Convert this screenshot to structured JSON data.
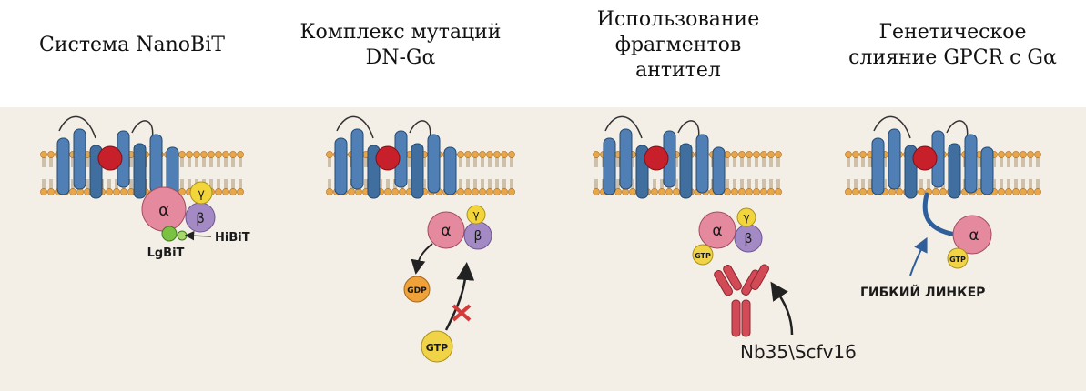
{
  "panels": [
    {
      "title_line1": "Система NanoBiT",
      "title_line2": "",
      "title_line3": ""
    },
    {
      "title_line1": "Комплекс мутаций",
      "title_line2": "DN-Gα",
      "title_line3": ""
    },
    {
      "title_line1": "Использование",
      "title_line2": "фрагментов",
      "title_line3": "антител"
    },
    {
      "title_line1": "Генетическое",
      "title_line2": "слияние GPCR с Gα",
      "title_line3": ""
    }
  ],
  "labels": {
    "alpha": "α",
    "beta": "β",
    "gamma": "γ",
    "lgbit": "LgBiT",
    "hibit": "HiBiT",
    "gdp": "GDP",
    "gtp": "GTP",
    "nb35": "Nb35\\Scfv16",
    "linker": "ГИБКИЙ ЛИНКЕР"
  },
  "colors": {
    "background": "#f4efe6",
    "helix": "#4f7fb5",
    "ligand": "#c8202a",
    "g_alpha": "#e58a9e",
    "g_beta": "#a48ac4",
    "g_gamma": "#f2d53a",
    "lgbit": "#7cc242",
    "gdp": "#f0a23a",
    "gtp": "#f1d348",
    "antibody": "#d24a55",
    "membrane": "#e7a64a"
  }
}
